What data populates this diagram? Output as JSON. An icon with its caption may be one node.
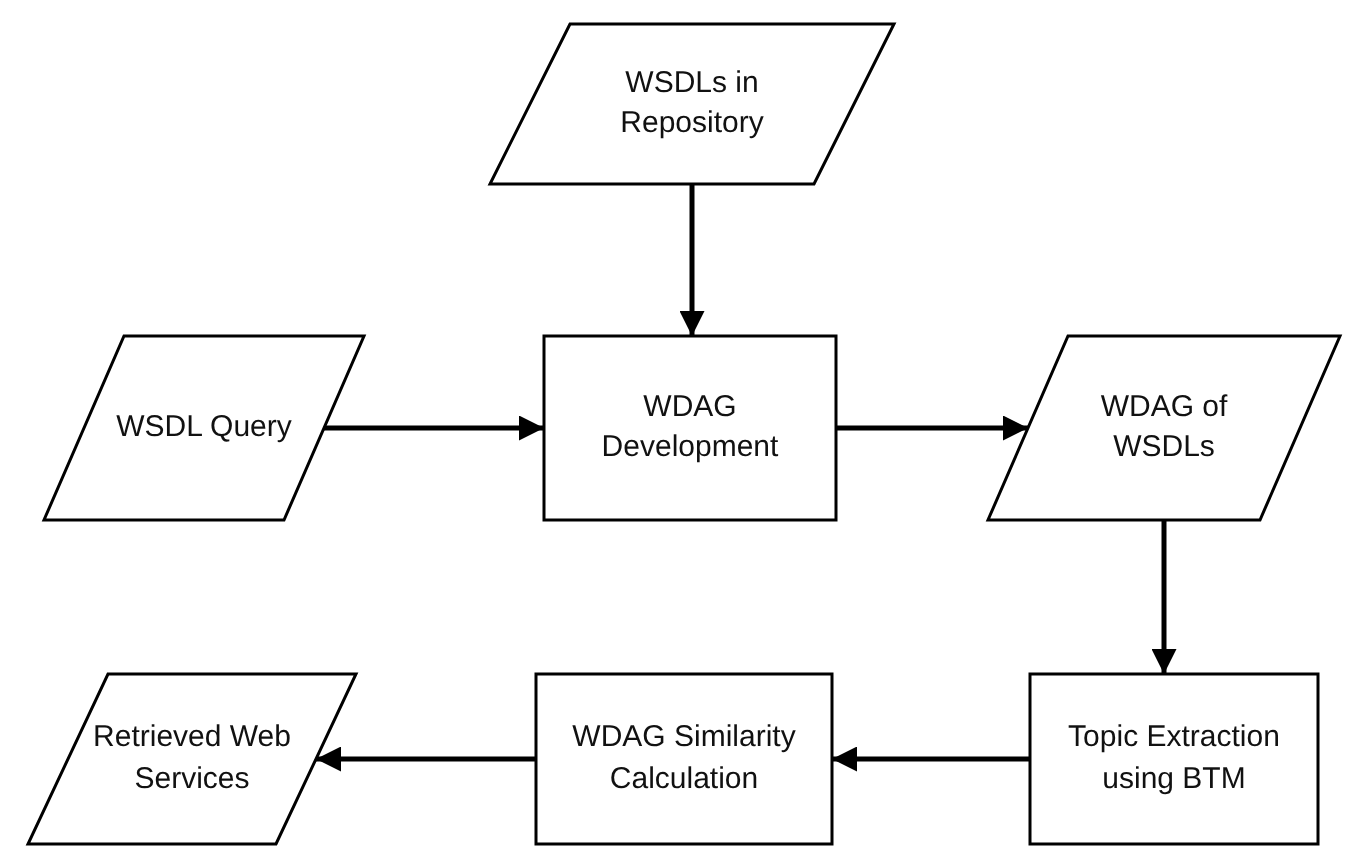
{
  "diagram": {
    "nodes": [
      {
        "text": [
          "WSDLs in Repository"
        ]
      },
      {
        "text": [
          "WSDL Query"
        ]
      },
      {
        "text": [
          "WDAG Development"
        ]
      },
      {
        "text": [
          "WDAG of WSDLs"
        ]
      },
      {
        "text": [
          "Topic Extraction using BTM"
        ]
      },
      {
        "text": [
          "WDAG Similarity Calculation"
        ]
      },
      {
        "text": [
          "Retrieved Web Services"
        ]
      }
    ],
    "edges": [
      {
        "from": 0,
        "to": 2,
        "arrow": "to"
      },
      {
        "from": 1,
        "to": 2,
        "arrow": "to"
      },
      {
        "from": 2,
        "to": 3,
        "arrow": "to"
      },
      {
        "from": 3,
        "to": 4,
        "arrow": "to"
      },
      {
        "from": 4,
        "to": 5,
        "arrow": "to"
      },
      {
        "from": 5,
        "to": 6,
        "arrow": "to"
      }
    ]
  }
}
